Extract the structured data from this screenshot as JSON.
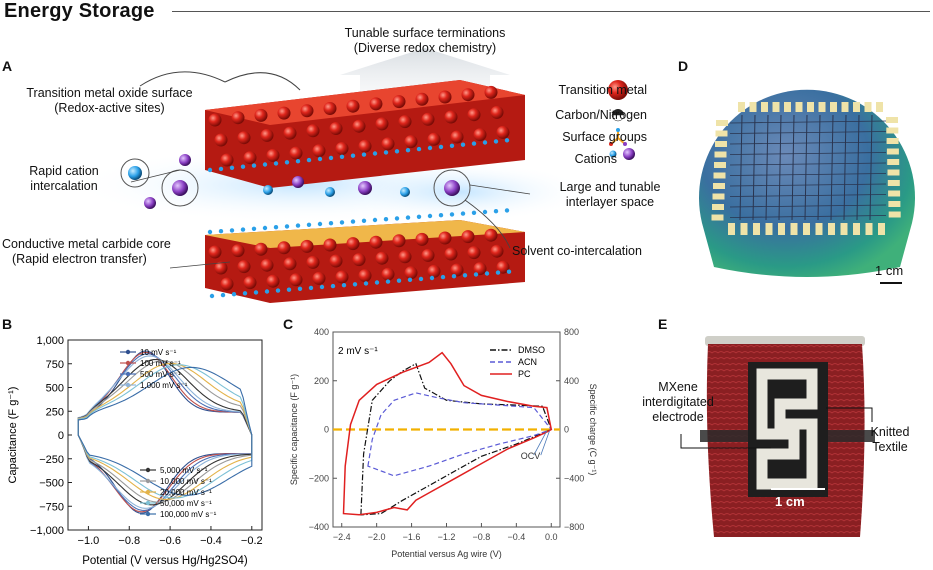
{
  "page": {
    "title": "Energy Storage"
  },
  "panel_a": {
    "letter": "A",
    "top_label_1": "Tunable surface terminations",
    "top_label_2": "(Diverse redox chemistry)",
    "left_1a": "Transition metal oxide surface",
    "left_1b": "(Redox-active sites)",
    "left_2a": "Rapid cation",
    "left_2b": "intercalation",
    "left_3a": "Conductive metal carbide core",
    "left_3b": "(Rapid electron transfer)",
    "legend": [
      "Transition metal",
      "Carbon/Nitrogen",
      "Surface groups",
      "Cations"
    ],
    "right_1a": "Large and tunable",
    "right_1b": "interlayer space",
    "right_2": "Solvent co-intercalation",
    "colors": {
      "metal": "#e0261c",
      "carbon": "#222222",
      "surface": "#f5a623",
      "cation_blue": "#2aa0e8",
      "cation_purple": "#8a3fc4"
    }
  },
  "panel_b": {
    "letter": "B",
    "chart_data": {
      "type": "line",
      "xlabel": "Potential (V versus Hg/Hg2SO4)",
      "ylabel": "Capacitance (F g⁻¹)",
      "xlim": [
        -1.1,
        -0.15
      ],
      "ylim": [
        -1000,
        1000
      ],
      "xticks": [
        -1.0,
        -0.8,
        -0.6,
        -0.4,
        -0.2
      ],
      "yticks": [
        -1000,
        -750,
        -500,
        -250,
        0,
        250,
        500,
        750,
        1000
      ],
      "ytick_labels": [
        "−1,000",
        "−750",
        "−500",
        "−250",
        "0",
        "250",
        "500",
        "750",
        "1,000"
      ],
      "xtick_labels": [
        "−1.0",
        "−0.8",
        "−0.6",
        "−0.4",
        "−0.2"
      ],
      "series": [
        {
          "name": "10 mV s⁻¹",
          "color": "#2f4f8f",
          "peak": 860,
          "peak_x": -0.72
        },
        {
          "name": "100 mV s⁻¹",
          "color": "#c0504d",
          "peak": 840,
          "peak_x": -0.72
        },
        {
          "name": "500 mV s⁻¹",
          "color": "#4a6fb5",
          "peak": 820,
          "peak_x": -0.71
        },
        {
          "name": "1,000 mV s⁻¹",
          "color": "#8fb4d9",
          "peak": 790,
          "peak_x": -0.7
        },
        {
          "name": "5,000 mV s⁻¹",
          "color": "#333333",
          "peak": 740,
          "peak_x": -0.67
        },
        {
          "name": "10,000 mV s⁻¹",
          "color": "#9a9a9a",
          "peak": 700,
          "peak_x": -0.64
        },
        {
          "name": "20,000 mV s⁻¹",
          "color": "#e3b34a",
          "peak": 660,
          "peak_x": -0.6
        },
        {
          "name": "50,000 mV s⁻¹",
          "color": "#7dc1d6",
          "peak": 640,
          "peak_x": -0.56
        },
        {
          "name": "100,000 mV s⁻¹",
          "color": "#3a6da8",
          "peak": 600,
          "peak_x": -0.5
        }
      ]
    }
  },
  "panel_c": {
    "letter": "C",
    "chart_data": {
      "type": "line",
      "annotation": "2 mV s⁻¹",
      "xlabel": "Potential versus Ag wire (V)",
      "ylabel": "Specific capacitance (F g⁻¹)",
      "y2label": "Specific charge (C g⁻¹)",
      "xlim": [
        -2.5,
        0.1
      ],
      "ylim": [
        -400,
        400
      ],
      "y2lim": [
        -800,
        800
      ],
      "xticks": [
        -2.4,
        -2.0,
        -1.6,
        -1.2,
        -0.8,
        -0.4,
        0.0
      ],
      "xtick_labels": [
        "−2.4",
        "−2.0",
        "−1.6",
        "−1.2",
        "−0.8",
        "−0.4",
        "0.0"
      ],
      "yticks": [
        -400,
        -200,
        0,
        200,
        400
      ],
      "ytick_labels": [
        "−400",
        "−200",
        "0",
        "200",
        "400"
      ],
      "y2ticks": [
        -800,
        -400,
        0,
        400,
        800
      ],
      "y2tick_labels": [
        "−800",
        "−400",
        "0",
        "400",
        "800"
      ],
      "series": [
        {
          "name": "DMSO",
          "color": "#111111",
          "style": "dashdot"
        },
        {
          "name": "ACN",
          "color": "#5a5ad6",
          "style": "dashed"
        },
        {
          "name": "PC",
          "color": "#e02020",
          "style": "solid"
        }
      ],
      "ocv_label": "OCV"
    }
  },
  "panel_d": {
    "letter": "D",
    "scale": "1 cm"
  },
  "panel_e": {
    "letter": "E",
    "label_left_1": "MXene",
    "label_left_2": "interdigitated",
    "label_left_3": "electrode",
    "label_right_1": "Knitted",
    "label_right_2": "Textile",
    "scale": "1 cm"
  }
}
